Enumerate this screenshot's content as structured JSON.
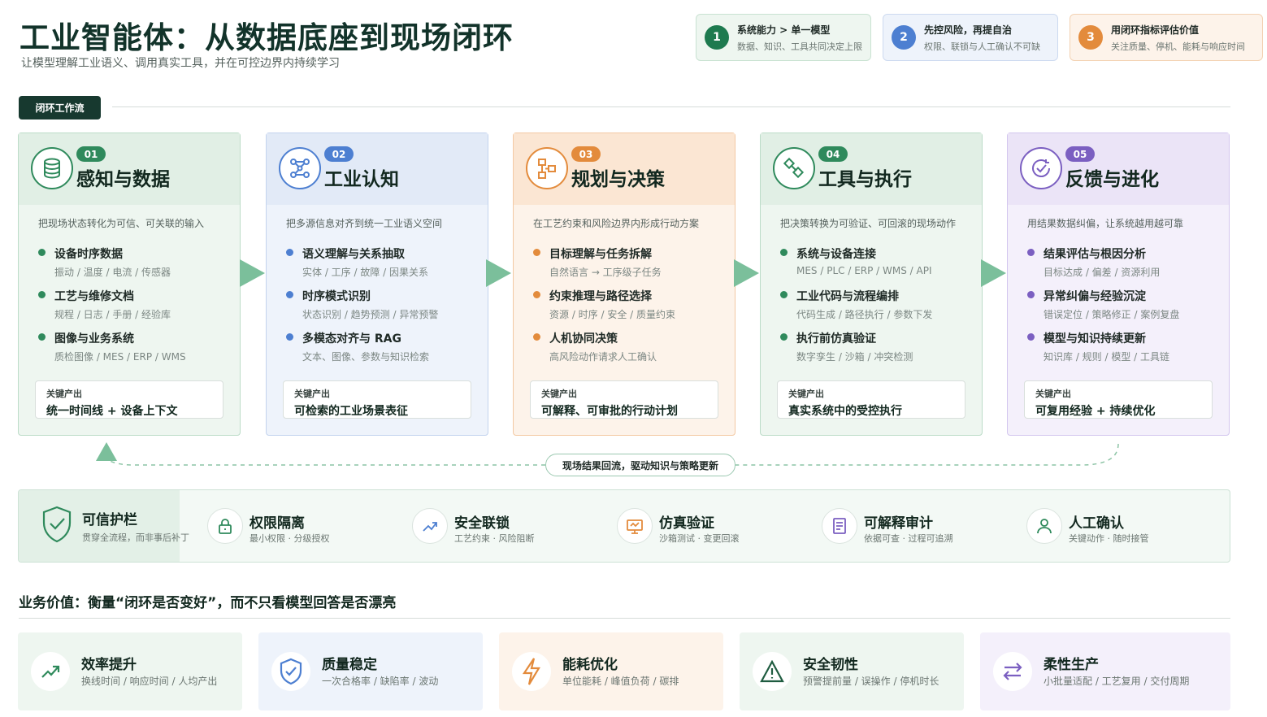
{
  "header": {
    "title": "工业智能体：从数据底座到现场闭环",
    "subtitle": "让模型理解工业语义、调用真实工具，并在可控边界内持续学习"
  },
  "principles": [
    {
      "num": "1",
      "title": "系统能力 > 单一模型",
      "sub": "数据、知识、工具共同决定上限",
      "color": "#1e7a4f"
    },
    {
      "num": "2",
      "title": "先控风险，再提自治",
      "sub": "权限、联锁与人工确认不可缺",
      "color": "#4d7fd1"
    },
    {
      "num": "3",
      "title": "用闭环指标评估价值",
      "sub": "关注质量、停机、能耗与响应时间",
      "color": "#e38b3c"
    }
  ],
  "section_tag": "闭环工作流",
  "steps": [
    {
      "num": "01",
      "title": "感知与数据",
      "desc": "把现场状态转化为可信、可关联的输入",
      "items": [
        {
          "title": "设备时序数据",
          "sub": "振动 / 温度 / 电流 / 传感器"
        },
        {
          "title": "工艺与维修文档",
          "sub": "规程 / 日志 / 手册 / 经验库"
        },
        {
          "title": "图像与业务系统",
          "sub": "质检图像 / MES / ERP / WMS"
        }
      ],
      "output_label": "关键产出",
      "output": "统一时间线 + 设备上下文",
      "accent": "#2f8a5c",
      "bg": "#eef6f0",
      "head_bg": "#e1efe5",
      "border": "#bcdcc8"
    },
    {
      "num": "02",
      "title": "工业认知",
      "desc": "把多源信息对齐到统一工业语义空间",
      "items": [
        {
          "title": "语义理解与关系抽取",
          "sub": "实体 / 工序 / 故障 / 因果关系"
        },
        {
          "title": "时序模式识别",
          "sub": "状态识别 / 趋势预测 / 异常预警"
        },
        {
          "title": "多模态对齐与 RAG",
          "sub": "文本、图像、参数与知识检索"
        }
      ],
      "output_label": "关键产出",
      "output": "可检索的工业场景表征",
      "accent": "#4d7fd1",
      "bg": "#eef3fb",
      "head_bg": "#e2eaf7",
      "border": "#c3d3ee"
    },
    {
      "num": "03",
      "title": "规划与决策",
      "desc": "在工艺约束和风险边界内形成行动方案",
      "items": [
        {
          "title": "目标理解与任务拆解",
          "sub": "自然语言 → 工序级子任务"
        },
        {
          "title": "约束推理与路径选择",
          "sub": "资源 / 时序 / 安全 / 质量约束"
        },
        {
          "title": "人机协同决策",
          "sub": "高风险动作请求人工确认"
        }
      ],
      "output_label": "关键产出",
      "output": "可解释、可审批的行动计划",
      "accent": "#e38b3c",
      "bg": "#fdf3ea",
      "head_bg": "#fbe6d3",
      "border": "#f3c9a3"
    },
    {
      "num": "04",
      "title": "工具与执行",
      "desc": "把决策转换为可验证、可回滚的现场动作",
      "items": [
        {
          "title": "系统与设备连接",
          "sub": "MES / PLC / ERP / WMS / API"
        },
        {
          "title": "工业代码与流程编排",
          "sub": "代码生成 / 路径执行 / 参数下发"
        },
        {
          "title": "执行前仿真验证",
          "sub": "数字孪生 / 沙箱 / 冲突检测"
        }
      ],
      "output_label": "关键产出",
      "output": "真实系统中的受控执行",
      "accent": "#2f8a5c",
      "bg": "#eef6f0",
      "head_bg": "#e1efe5",
      "border": "#bcdcc8"
    },
    {
      "num": "05",
      "title": "反馈与进化",
      "desc": "用结果数据纠偏，让系统越用越可靠",
      "items": [
        {
          "title": "结果评估与根因分析",
          "sub": "目标达成 / 偏差 / 资源利用"
        },
        {
          "title": "异常纠偏与经验沉淀",
          "sub": "错误定位 / 策略修正 / 案例复盘"
        },
        {
          "title": "模型与知识持续更新",
          "sub": "知识库 / 规则 / 模型 / 工具链"
        }
      ],
      "output_label": "关键产出",
      "output": "可复用经验 + 持续优化",
      "accent": "#7b5fc1",
      "bg": "#f4f0fb",
      "head_bg": "#ebe4f7",
      "border": "#d3c6ee"
    }
  ],
  "loop_label": "现场结果回流，驱动知识与策略更新",
  "guardrails": {
    "main": {
      "title": "可信护栏",
      "sub": "贯穿全流程，而非事后补丁",
      "icon": "shield-check-icon"
    },
    "items": [
      {
        "title": "权限隔离",
        "sub": "最小权限 · 分级授权",
        "icon": "lock-icon"
      },
      {
        "title": "安全联锁",
        "sub": "工艺约束 · 风险阻断",
        "icon": "trend-icon"
      },
      {
        "title": "仿真验证",
        "sub": "沙箱测试 · 变更回滚",
        "icon": "monitor-icon"
      },
      {
        "title": "可解释审计",
        "sub": "依据可查 · 过程可追溯",
        "icon": "document-icon"
      },
      {
        "title": "人工确认",
        "sub": "关键动作 · 随时接管",
        "icon": "user-icon"
      }
    ]
  },
  "values": {
    "heading": "业务价值：衡量“闭环是否变好”，而不只看模型回答是否漂亮",
    "items": [
      {
        "title": "效率提升",
        "sub": "换线时间 / 响应时间 / 人均产出",
        "bg": "#eef6f0",
        "accent": "#2f8a5c",
        "icon": "trend-up-icon"
      },
      {
        "title": "质量稳定",
        "sub": "一次合格率 / 缺陷率 / 波动",
        "bg": "#eef3fb",
        "accent": "#4d7fd1",
        "icon": "shield-check-icon"
      },
      {
        "title": "能耗优化",
        "sub": "单位能耗 / 峰值负荷 / 碳排",
        "bg": "#fdf3ea",
        "accent": "#e38b3c",
        "icon": "lightning-icon"
      },
      {
        "title": "安全韧性",
        "sub": "预警提前量 / 误操作 / 停机时长",
        "bg": "#eef6f0",
        "accent": "#2f8a5c",
        "icon": "warning-icon"
      },
      {
        "title": "柔性生产",
        "sub": "小批量适配 / 工艺复用 / 交付周期",
        "bg": "#f4f0fb",
        "accent": "#7b5fc1",
        "icon": "swap-icon"
      }
    ]
  }
}
